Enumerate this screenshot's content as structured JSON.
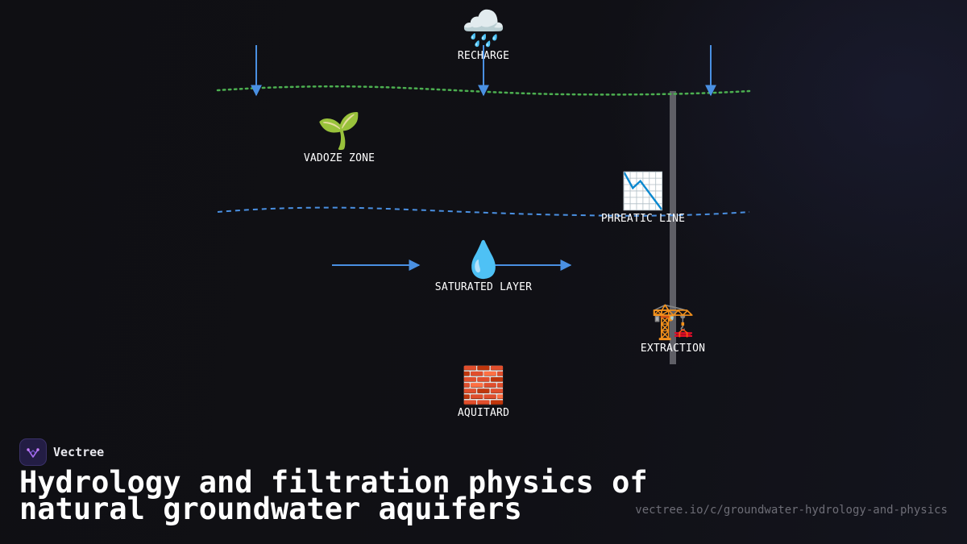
{
  "diagram": {
    "nodes": {
      "recharge": {
        "icon": "rain-cloud-icon",
        "emoji": "🌧️",
        "label": "RECHARGE"
      },
      "vadoze": {
        "icon": "seedling-icon",
        "emoji": "🌱",
        "label": "VADOZE ZONE"
      },
      "phreatic": {
        "icon": "chart-decreasing-icon",
        "emoji": "📉",
        "label": "PHREATIC LINE"
      },
      "saturated": {
        "icon": "droplet-icon",
        "emoji": "💧",
        "label": "SATURATED LAYER"
      },
      "extraction": {
        "icon": "crane-icon",
        "emoji": "🏗️",
        "label": "EXTRACTION"
      },
      "aquitard": {
        "icon": "brick-icon",
        "emoji": "🧱",
        "label": "AQUITARD"
      }
    },
    "colors": {
      "ground_surface": "#4caf50",
      "water_table": "#4a90e2",
      "arrows": "#4a90e2",
      "well": "#5f5f66"
    }
  },
  "brand": {
    "name": "Vectree",
    "logo_icon": "vectree-logo-icon"
  },
  "title": "Hydrology and filtration physics of natural groundwater aquifers",
  "url": "vectree.io/c/groundwater-hydrology-and-physics"
}
